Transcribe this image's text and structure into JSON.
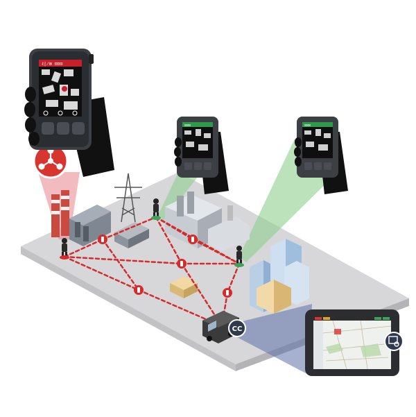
{
  "colors": {
    "network": "#d62b2b",
    "alarm": "#d93530",
    "beam_red": "#e8848a",
    "beam_green": "#8fcf8f",
    "beam_blue": "#5d6fa8",
    "ground": "#d7d7d9",
    "cc_badge": "#2f3a4d"
  },
  "icons": {
    "hazard": "chemical-hazard-icon",
    "sensor_node": "sensor-node-icon",
    "command_center": "command-center-badge",
    "gear": "gear-screen-icon"
  },
  "handheld_main": {
    "header_text": "ℓ∤⊠ ⊡⊡⊡"
  },
  "handheld_left": {
    "header_text": "⊡⊡⊡"
  },
  "handheld_right": {
    "header_text": "⊡⊡⊡"
  },
  "vehicle": {
    "badge_label": "CC"
  }
}
